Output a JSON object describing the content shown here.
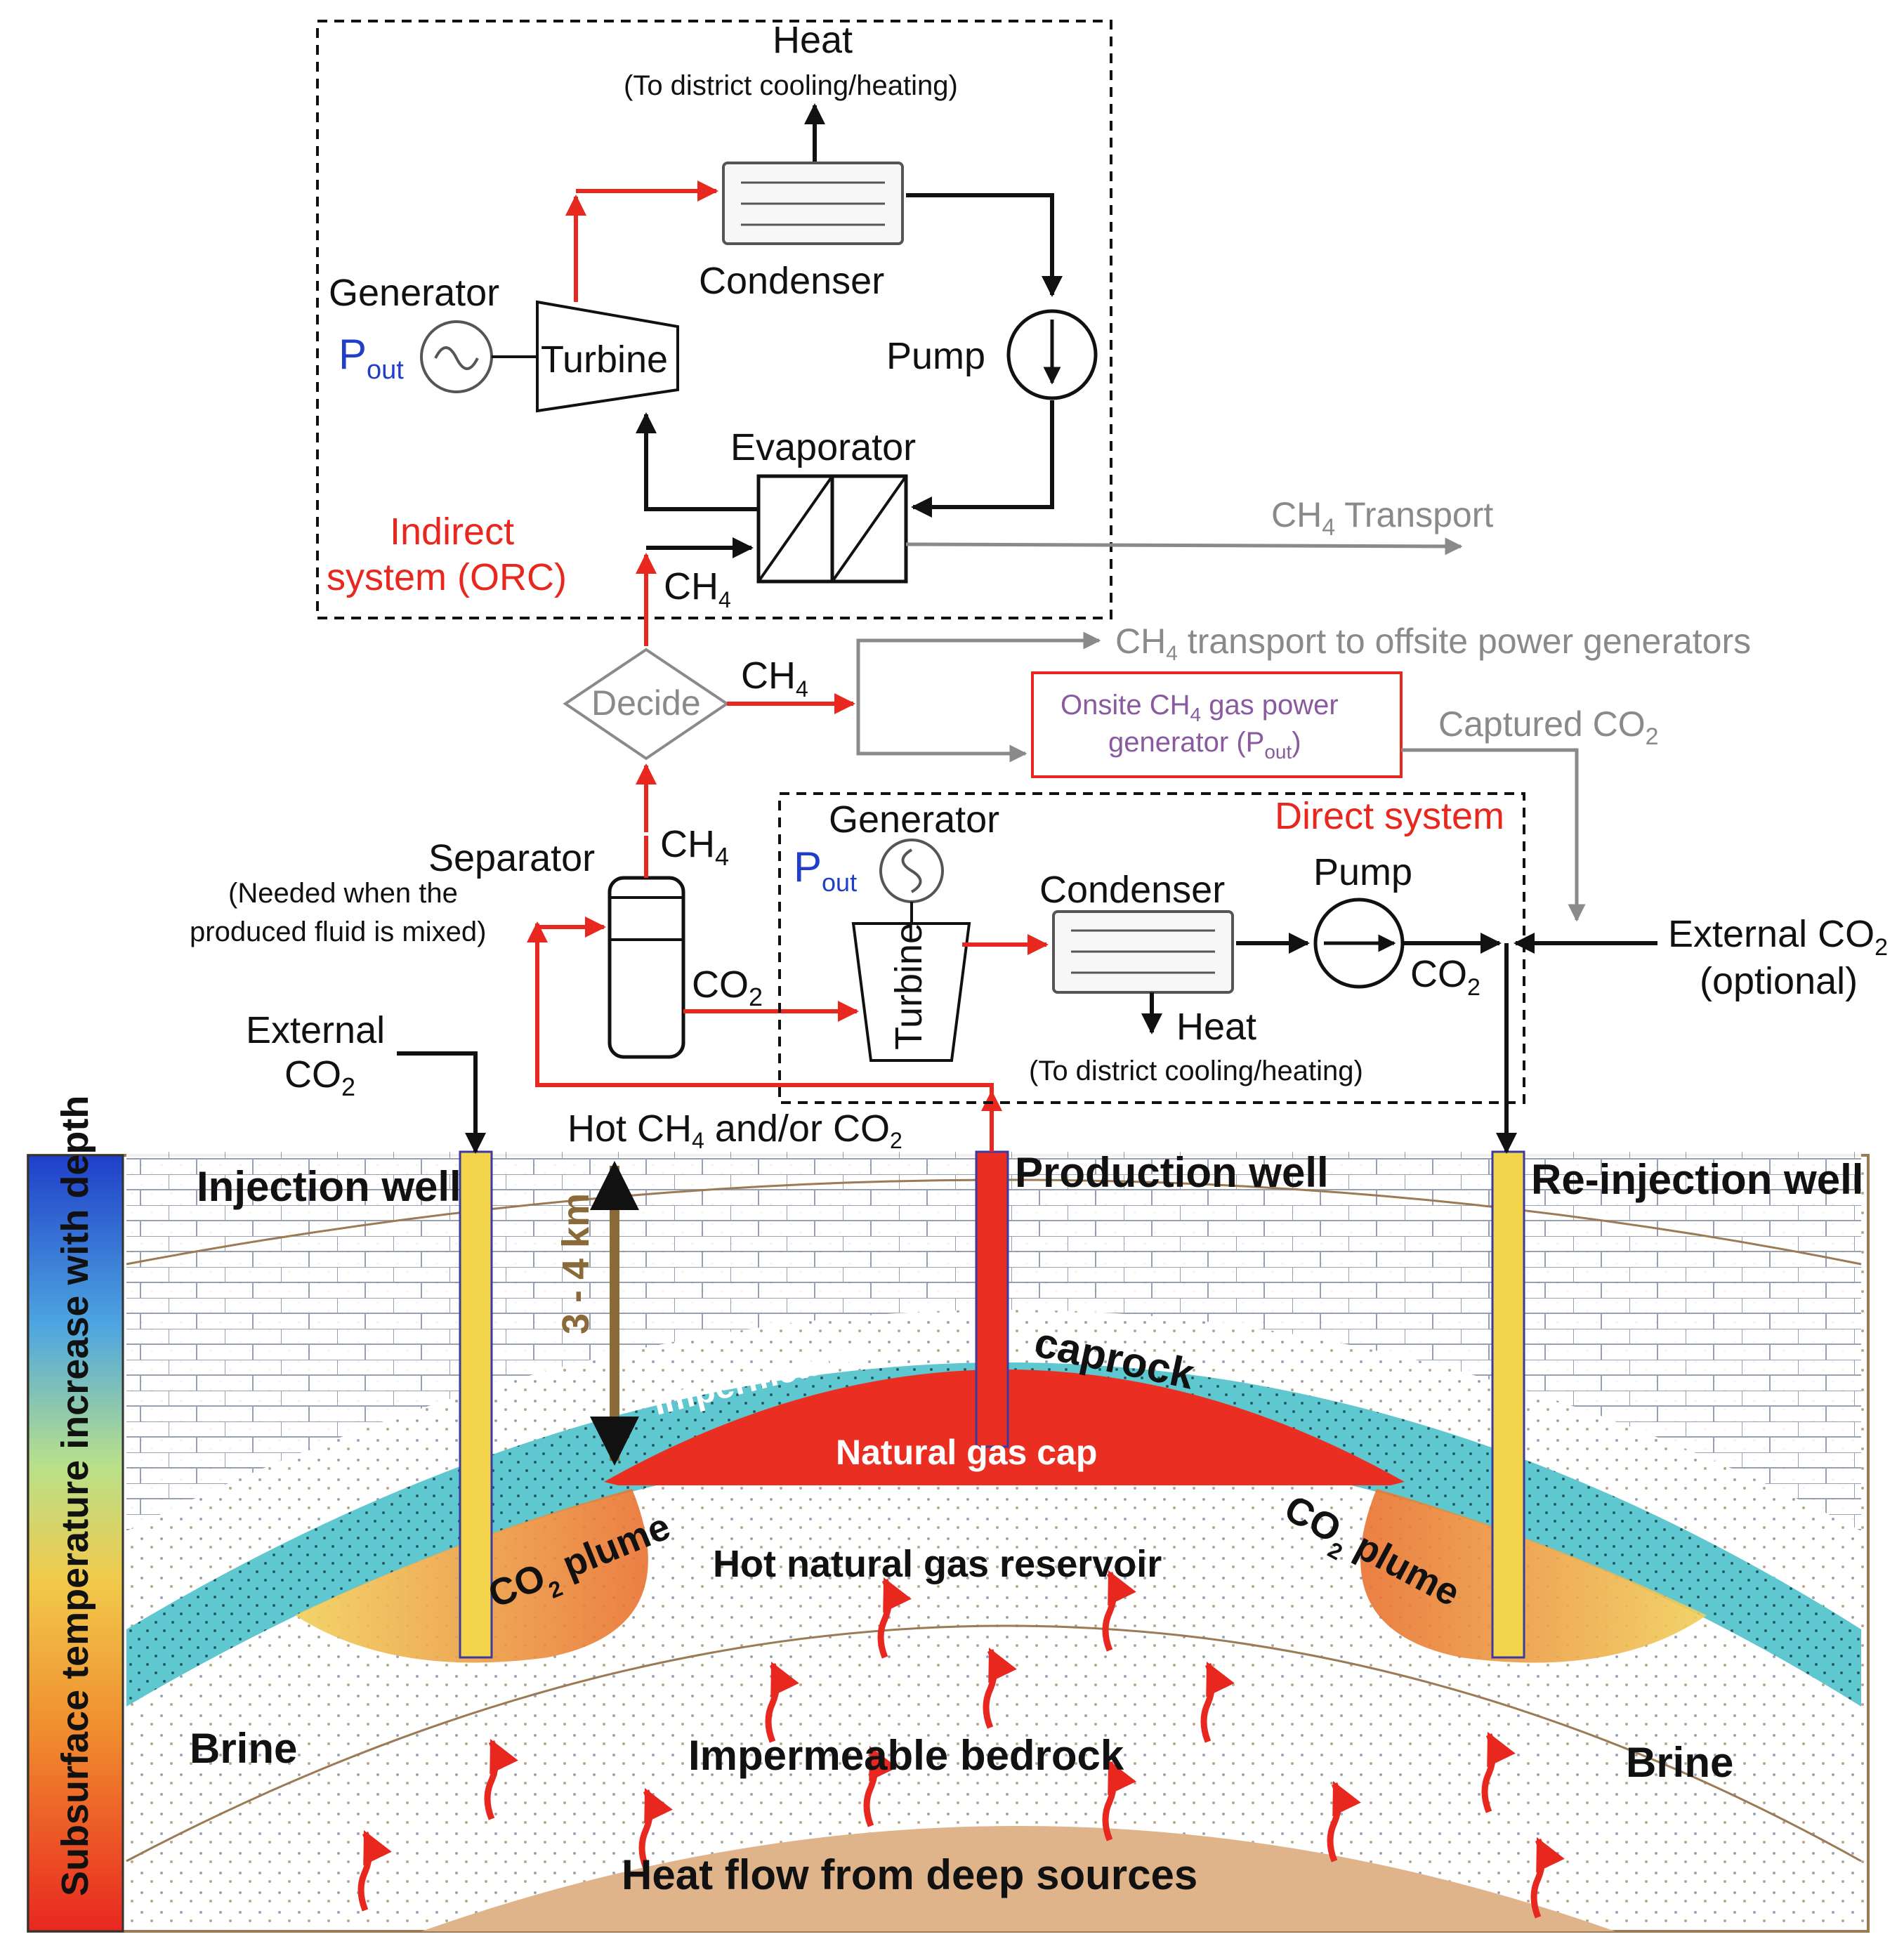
{
  "colors": {
    "red_flow": "#e8271f",
    "black_flow": "#111111",
    "gray_flow": "#8a8a8a",
    "pout_blue": "#1f3fc9",
    "caprock": "#5fc7cf",
    "gas_cap": "#ea2f22",
    "plume": "#e9a23a",
    "well": "#f3d44a",
    "bedrock": "#e0b48a",
    "temp_top": "#1f3fc9",
    "temp_bottom": "#e8271f"
  },
  "indirect_system": {
    "heat_label": "Heat",
    "heat_sub": "(To district cooling/heating)",
    "condenser_label": "Condenser",
    "generator_label": "Generator",
    "pout_P": "P",
    "pout_sub": "out",
    "turbine_label": "Turbine",
    "pump_label": "Pump",
    "evaporator_label": "Evaporator",
    "title_line1": "Indirect",
    "title_line2": "system (ORC)",
    "ch4_label": "CH",
    "ch4_sub": "4"
  },
  "ch4_transport": {
    "text": "CH",
    "sub": "4",
    "rest": " Transport"
  },
  "ch4_offsite": {
    "text": "CH",
    "sub": "4",
    "rest": " transport to offsite power generators"
  },
  "decide": {
    "label": "Decide",
    "ch4_out": "CH",
    "ch4_out_sub": "4"
  },
  "onsite_generator": {
    "line1_a": "Onsite CH",
    "line1_sub": "4",
    "line1_b": " gas power",
    "line2_a": "generator (P",
    "line2_sub": "out",
    "line2_b": ")"
  },
  "captured_co2": {
    "text": "Captured CO",
    "sub": "2"
  },
  "separator": {
    "label": "Separator",
    "note_line1": "(Needed when the",
    "note_line2": "produced fluid is mixed)",
    "ch4_label": "CH",
    "ch4_sub": "4",
    "co2_label": "CO",
    "co2_sub": "2"
  },
  "direct_system": {
    "title": "Direct system",
    "generator_label": "Generator",
    "pout_P": "P",
    "pout_sub": "out",
    "turbine_label": "Turbine",
    "condenser_label": "Condenser",
    "pump_label": "Pump",
    "co2_label": "CO",
    "co2_sub": "2",
    "heat_label": "Heat",
    "heat_sub": "(To district cooling/heating)"
  },
  "external_co2_right": {
    "line1_a": "External CO",
    "line1_sub": "2",
    "line2": "(optional)"
  },
  "external_co2_left": {
    "line1": "External",
    "line2_a": "CO",
    "line2_sub": "2"
  },
  "hot_fluid": {
    "a": "Hot CH",
    "sub1": "4",
    "b": " and/or CO",
    "sub2": "2"
  },
  "geology": {
    "temp_bar_label": "Subsurface temperature increase with depth",
    "injection_well": "Injection well",
    "production_well": "Production well",
    "reinjection_well": "Re-injection well",
    "depth": "3 - 4 km",
    "caprock_a": "Impermeable",
    "caprock_b": "caprock",
    "gas_cap": "Natural gas cap",
    "plume_left_a": "CO",
    "plume_left_sub": "2",
    "plume_left_b": " plume",
    "plume_right_a": "CO",
    "plume_right_sub": "2",
    "plume_right_b": " plume",
    "reservoir": "Hot natural gas reservoir",
    "brine_left": "Brine",
    "brine_right": "Brine",
    "bedrock": "Impermeable bedrock",
    "heat_flow": "Heat flow from deep sources"
  }
}
